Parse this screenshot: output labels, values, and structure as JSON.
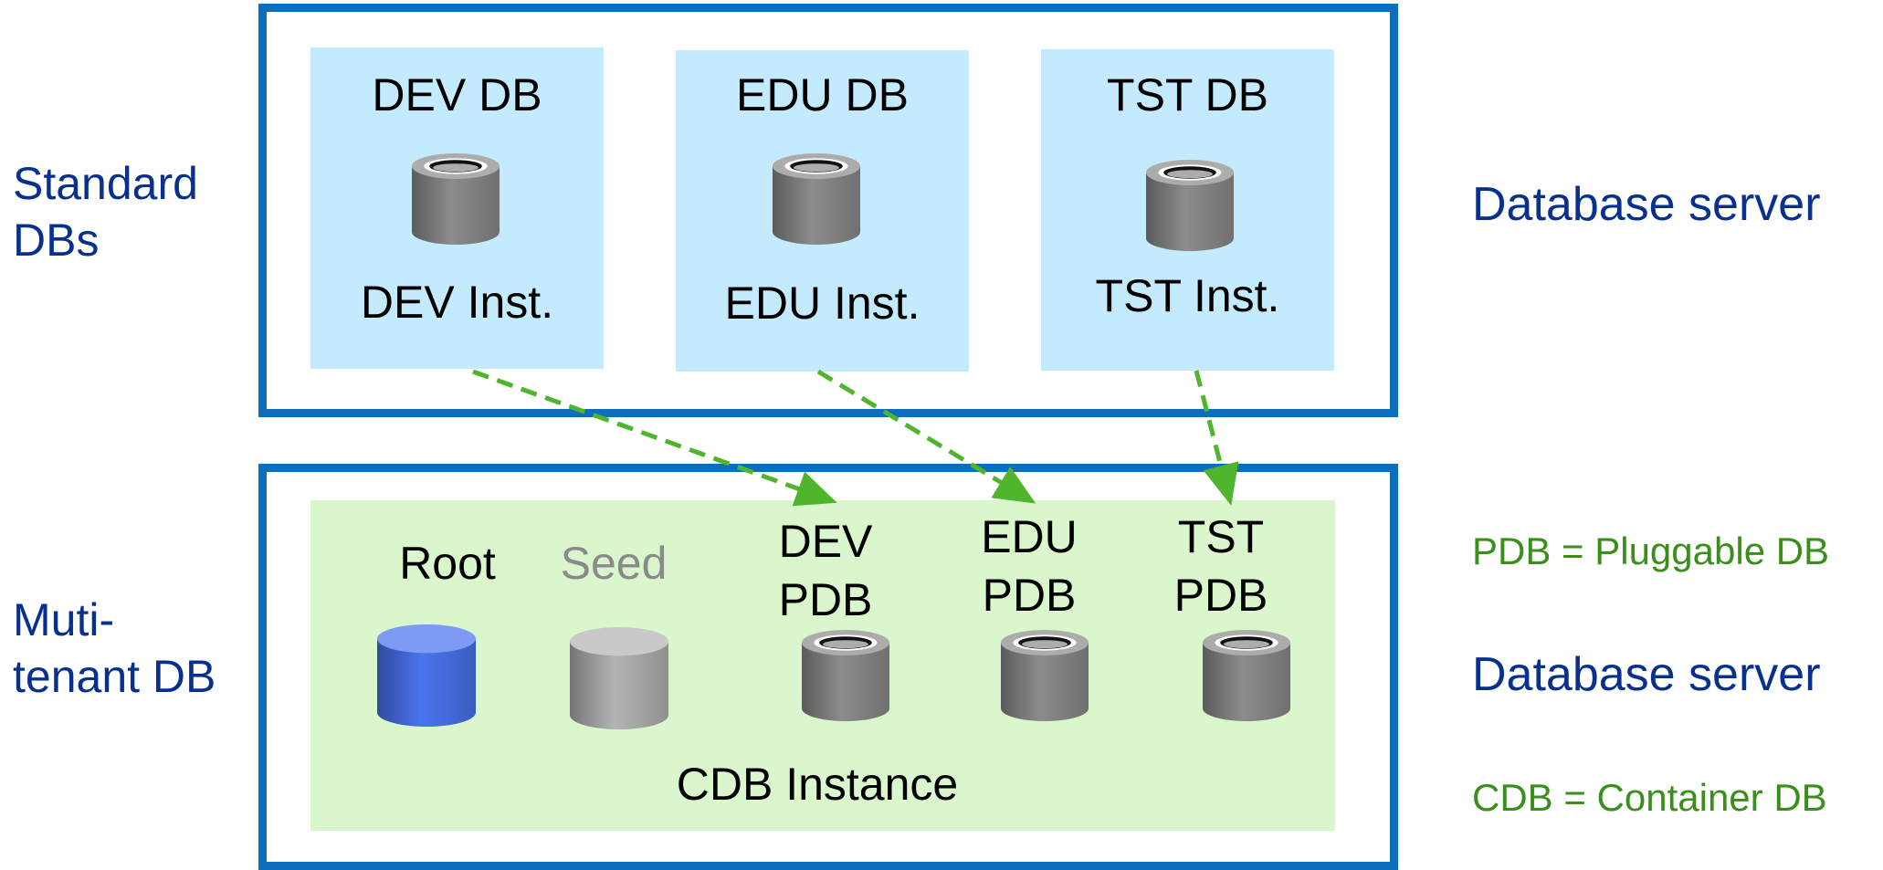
{
  "labels": {
    "standard_dbs": [
      "Standard",
      "DBs"
    ],
    "multitenant_db": [
      "Muti-",
      "tenant DB"
    ],
    "database_server_top": "Database server",
    "database_server_bottom": "Database server",
    "pdb_def": "PDB = Pluggable DB",
    "cdb_def": "CDB = Container DB"
  },
  "standard_server": {
    "databases": [
      {
        "name": "DEV DB",
        "instance": "DEV Inst."
      },
      {
        "name": "EDU DB",
        "instance": "EDU Inst."
      },
      {
        "name": "TST DB",
        "instance": "TST Inst."
      }
    ]
  },
  "cdb_server": {
    "instance_label": "CDB Instance",
    "containers": [
      {
        "line1": "Root",
        "line2": ""
      },
      {
        "line1": "Seed",
        "line2": ""
      },
      {
        "line1": "DEV",
        "line2": "PDB"
      },
      {
        "line1": "EDU",
        "line2": "PDB"
      },
      {
        "line1": "TST",
        "line2": "PDB"
      }
    ]
  },
  "colors": {
    "frame_border": "#0c6fbd",
    "standard_panel": "#c4ebfd",
    "cdb_panel": "#d9f6cc",
    "label_navy": "#08318f",
    "label_green": "#3a8e1a",
    "arrow_green": "#4fb52c",
    "cylinder_gray": "#8c8c8c",
    "cylinder_light": "#b4b4b4",
    "cylinder_blue": "#4a74f0"
  },
  "icons": {
    "pdb": "database-cylinder-icon",
    "root": "root-cylinder-icon",
    "seed": "seed-cylinder-icon",
    "arrow": "dashed-arrow"
  }
}
